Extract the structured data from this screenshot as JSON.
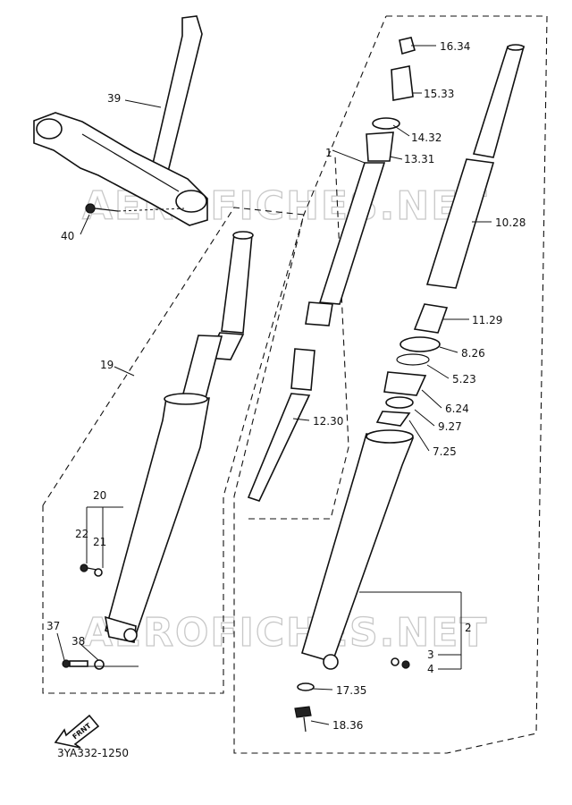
{
  "watermark": "AEROFICHES.NET",
  "diagram_code": "3YA332-1250",
  "front_arrow": "FRNT",
  "labels": {
    "p39": "39",
    "p40": "40",
    "p1": "1",
    "p16": "16.34",
    "p15": "15.33",
    "p14": "14.32",
    "p13": "13.31",
    "p10": "10.28",
    "p11": "11.29",
    "p8": "8.26",
    "p5": "5.23",
    "p6": "6.24",
    "p9": "9.27",
    "p7": "7.25",
    "p12": "12.30",
    "p19": "19",
    "p20": "20",
    "p22": "22",
    "p21": "21",
    "p37": "37",
    "p38": "38",
    "p2": "2",
    "p3": "3",
    "p4": "4",
    "p17": "17.35",
    "p18": "18.36"
  }
}
